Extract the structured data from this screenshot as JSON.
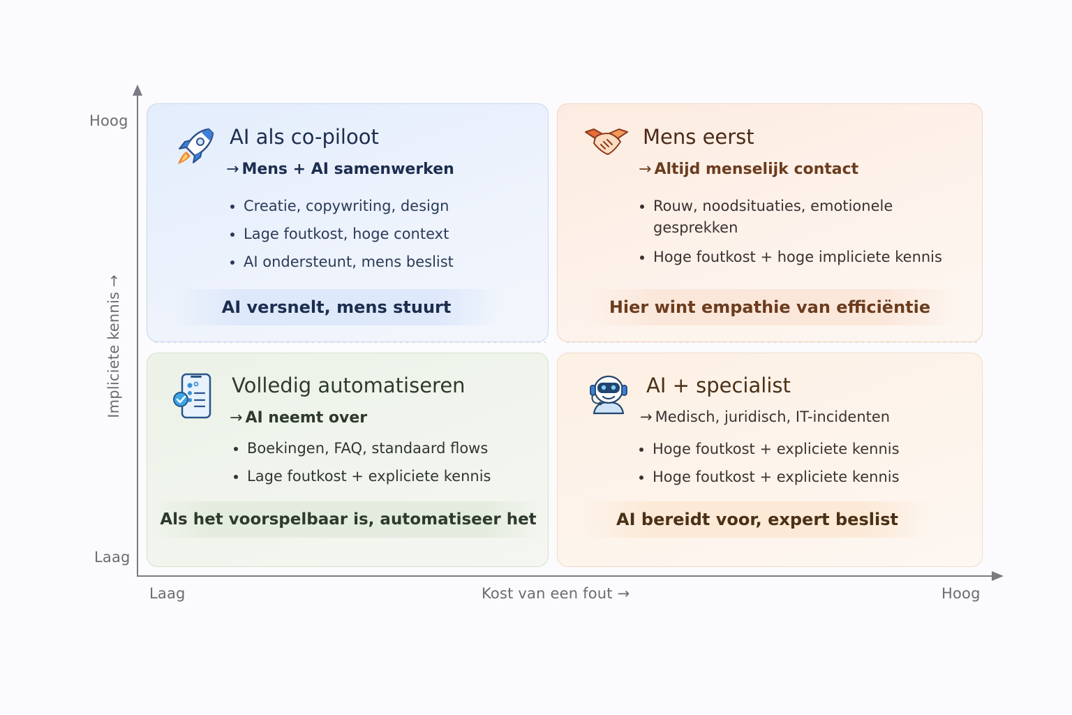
{
  "axes": {
    "y_high": "Hoog",
    "y_low": "Laag",
    "y_title": "Impliciete kennis →",
    "x_low": "Laag",
    "x_high": "Hoog",
    "x_title": "Kost van een fout →"
  },
  "quadrants": {
    "top_left": {
      "icon": "rocket-icon",
      "title": "AI als co-piloot",
      "arrow": "→",
      "subtitle": "Mens + AI samenwerken",
      "bullets": [
        "Creatie, copywriting, design",
        "Lage foutkost, hoge context",
        "AI ondersteunt, mens beslist"
      ],
      "band": "AI versnelt, mens stuurt",
      "accent": "#e1ebfb"
    },
    "top_right": {
      "icon": "handshake-icon",
      "title": "Mens eerst",
      "arrow": "→",
      "subtitle": "Altijd menselijk contact",
      "bullets": [
        "Rouw, noodsituaties, emotionele",
        "gesprekken",
        "Hoge foutkost + hoge impliciete kennis"
      ],
      "band": "Hier wint empathie van efficiëntie",
      "accent": "#fbe6d8"
    },
    "bottom_left": {
      "icon": "phone-checklist-icon",
      "title": "Volledig automatiseren",
      "arrow": "→",
      "subtitle": "AI neemt over",
      "bullets": [
        "Boekingen, FAQ, standaard flows",
        "Lage foutkost + expliciete kennis"
      ],
      "band": "Als het voorspelbaar is, automatiseer het",
      "accent": "#e6eee1"
    },
    "bottom_right": {
      "icon": "robot-headset-icon",
      "title": "AI + specialist",
      "arrow": "→",
      "subtitle": "Medisch, juridisch, IT-incidenten",
      "bullets": [
        "Hoge foutkost + expliciete kennis",
        "Hoge foutkost + expliciete kennis"
      ],
      "band": "AI bereidt voor, expert beslist",
      "accent": "#fcebdb"
    }
  }
}
